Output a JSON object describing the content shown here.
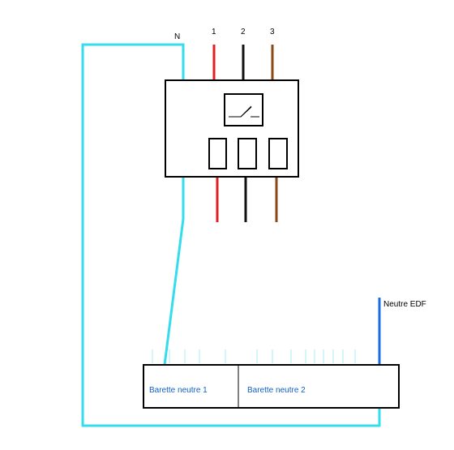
{
  "labels": {
    "neutral": "N",
    "phase1": "1",
    "phase2": "2",
    "phase3": "3",
    "neutre_edf": "Neutre EDF",
    "barette1": "Barette neutre 1",
    "barette2": "Barette neutre 2"
  },
  "colors": {
    "neutral_wire": "#33ddee",
    "phase1_wire": "#e02020",
    "phase2_wire": "#111111",
    "phase3_wire": "#8b4a14",
    "edf_wire": "#1a6fe0",
    "bar_text": "#1060c0",
    "tick": "#aaeef6"
  }
}
